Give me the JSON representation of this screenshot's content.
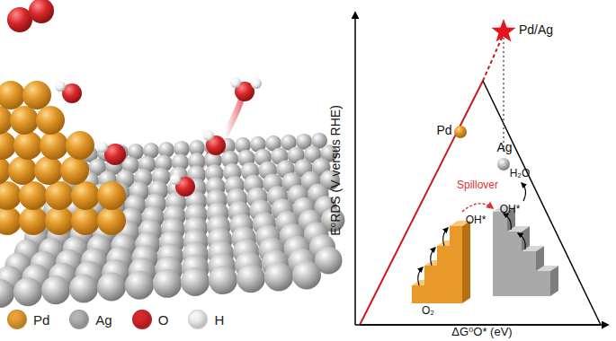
{
  "diagram": {
    "labels": [
      "E⁰RDS (V versus RHE)",
      "ΔG⁰O* (eV)",
      "Pd",
      "Ag",
      "Pd/Ag",
      "Spillover",
      "OH*",
      "OH*",
      "H₂O",
      "O₂"
    ],
    "legend": [
      {
        "text": "Pd",
        "color": "#e9a235"
      },
      {
        "text": "Ag",
        "color": "#b5b5b5"
      },
      {
        "text": "O",
        "color": "#d8282b"
      },
      {
        "text": "H",
        "color": "#f4f4f4"
      }
    ]
  }
}
